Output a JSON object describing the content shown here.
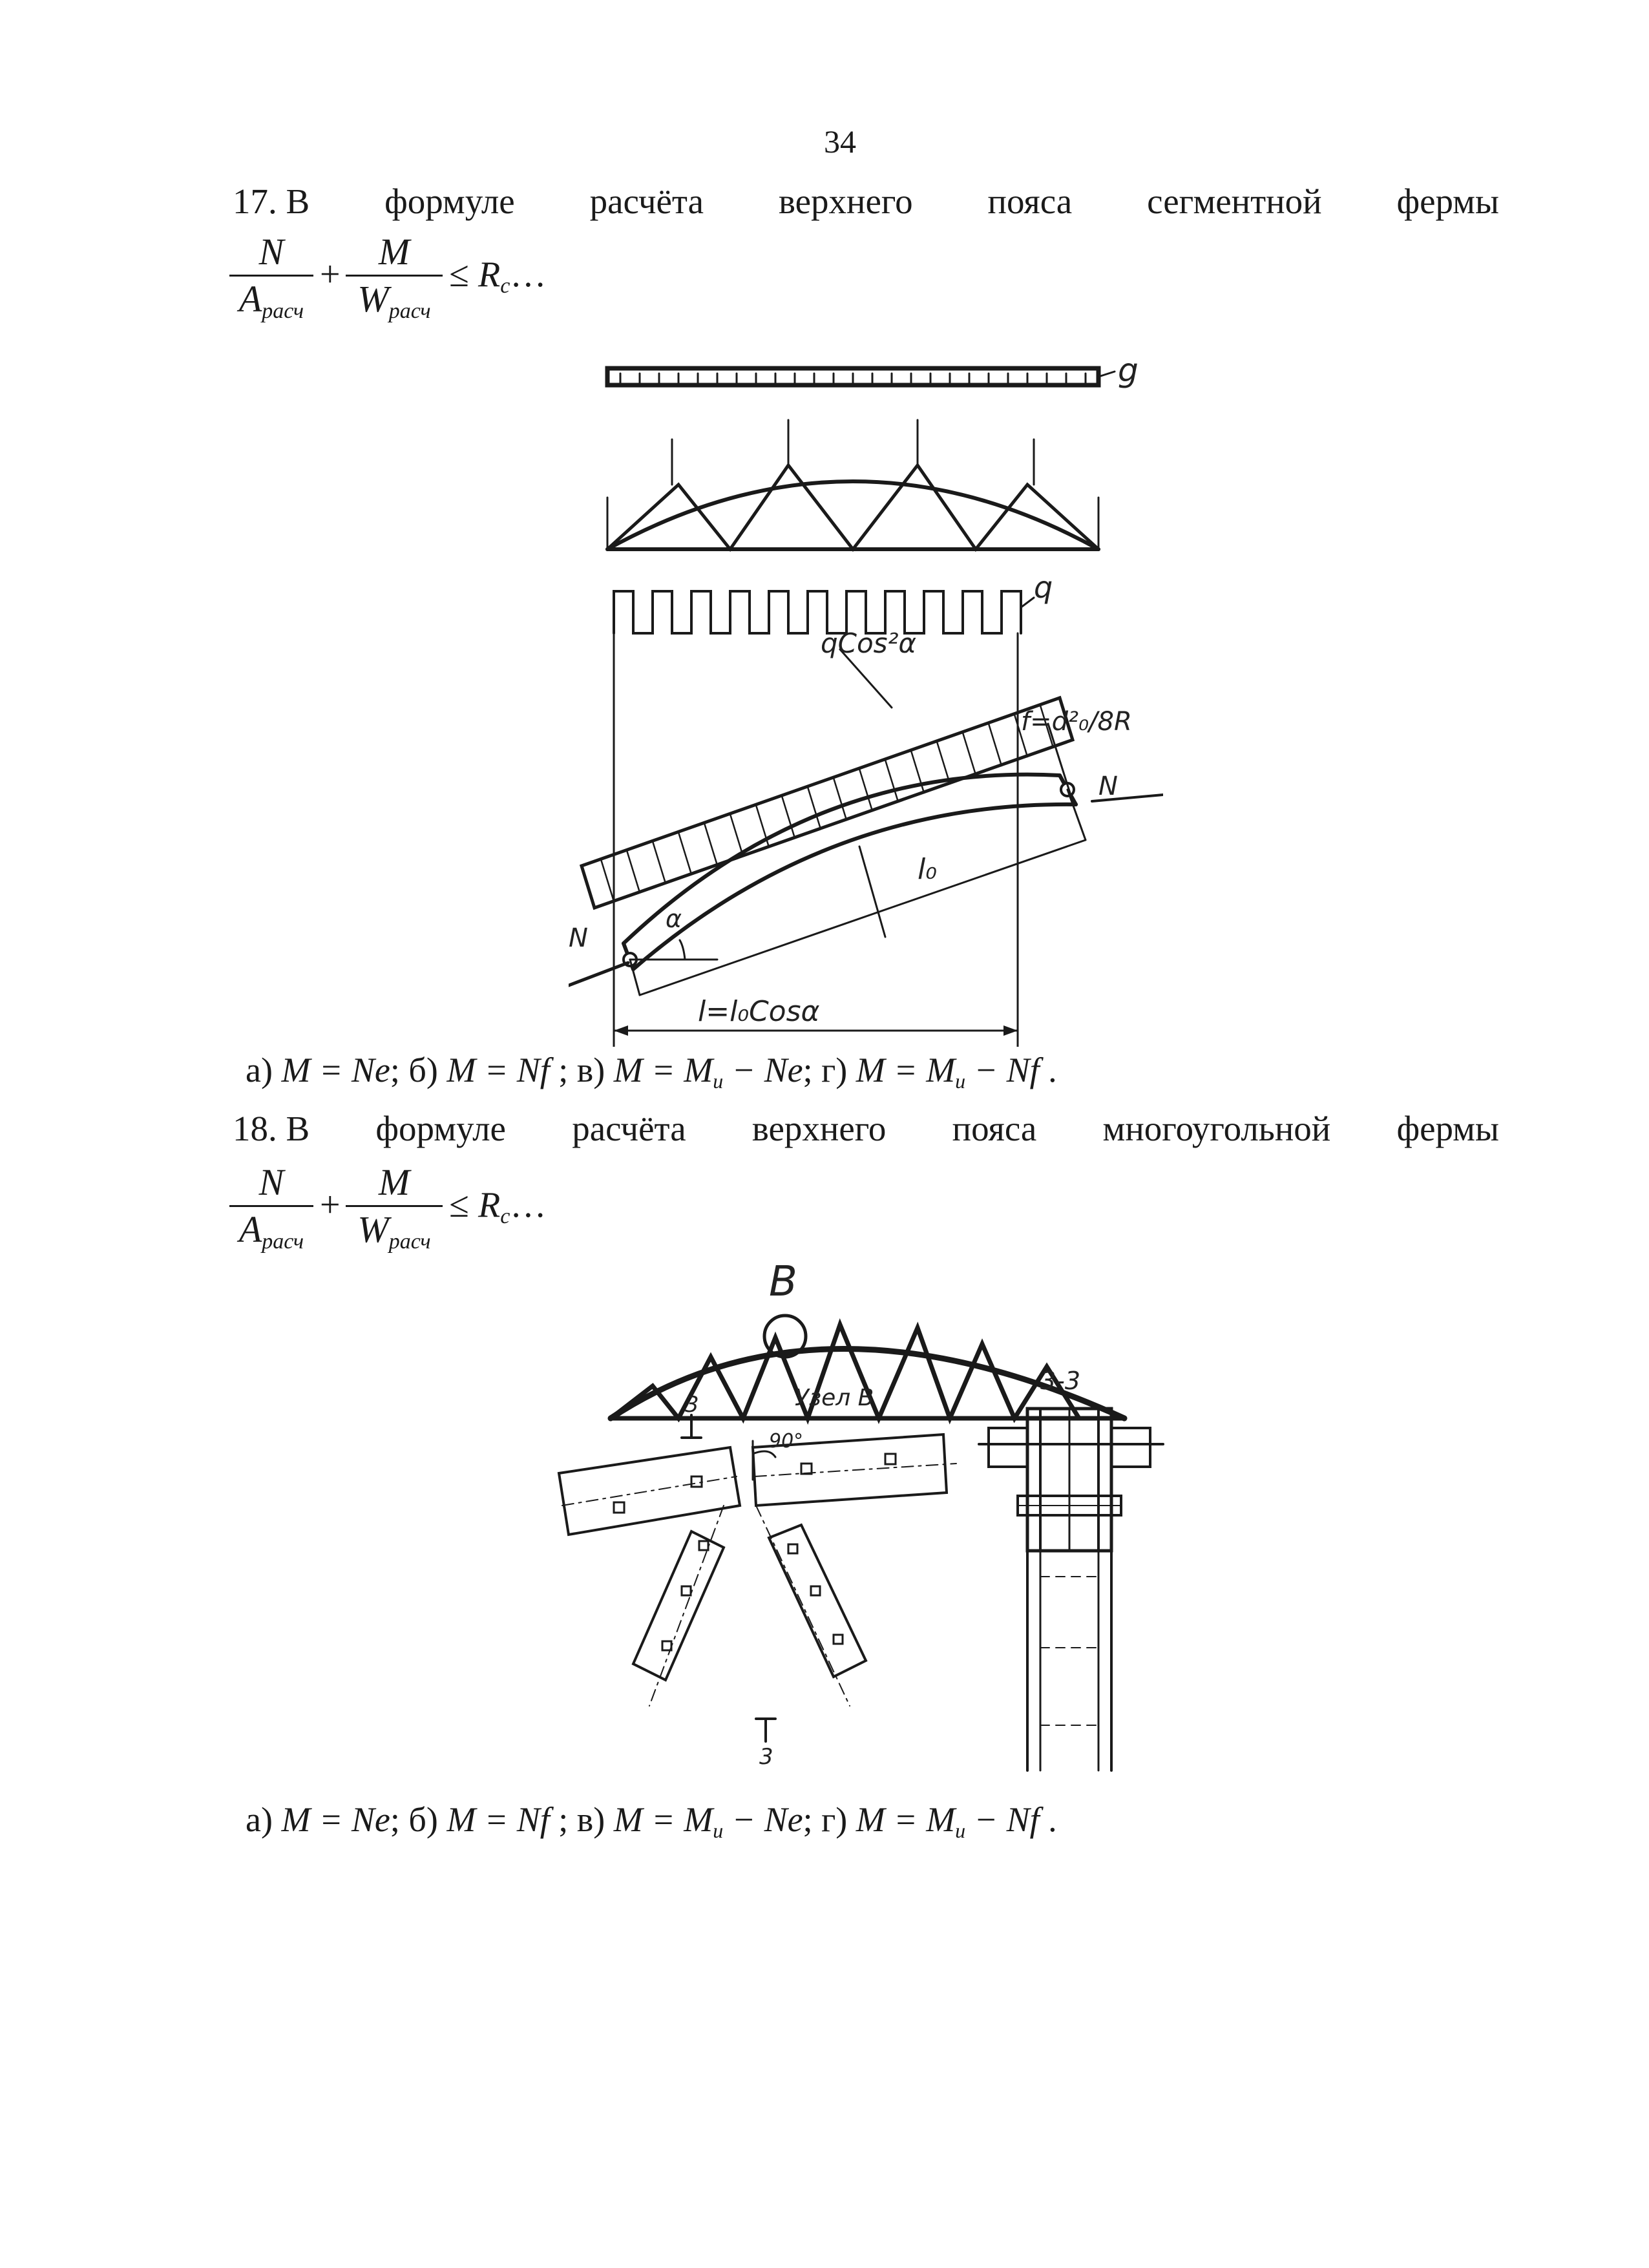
{
  "page_number": "34",
  "q17": {
    "words": [
      "17. В",
      "формуле",
      "расчёта",
      "верхнего",
      "пояса",
      "сегментной",
      "фермы"
    ],
    "formula": {
      "num1": "N",
      "den1": "A",
      "sub1": "расч",
      "plus": "+",
      "num2": "M",
      "den2": "W",
      "sub2": "расч",
      "le": "≤",
      "R": "R",
      "Rsub": "c",
      "dots": "…"
    },
    "fig_labels": {
      "g": "g",
      "q": "q",
      "qcos": "qCos²α",
      "f": "f=d²₀/8R",
      "N_top": "N",
      "N_left": "N",
      "alpha": "α",
      "l0": "l₀",
      "l": "l=l₀Cosα"
    },
    "answers": {
      "a": "а) ",
      "M1": "M",
      "e1": " = Ne",
      "b": "; б) ",
      "M2": "M",
      "e2": " = Nf",
      "v": " ; в) ",
      "M3": "M",
      "e3a": " = M",
      "e3sub": "и",
      "e3b": " − Ne",
      "g": "; г) ",
      "M4": "M",
      "e4a": " = M",
      "e4sub": "и",
      "e4b": " − Nf",
      "end": " ."
    }
  },
  "q18": {
    "words": [
      "18. В",
      "формуле",
      "расчёта",
      "верхнего",
      "пояса",
      "многоугольной",
      "фермы"
    ],
    "formula": {
      "num1": "N",
      "den1": "A",
      "sub1": "расч",
      "plus": "+",
      "num2": "M",
      "den2": "W",
      "sub2": "расч",
      "le": "≤",
      "R": "R",
      "Rsub": "c",
      "dots": "…"
    },
    "fig_labels": {
      "B": "B",
      "node": "Узел В",
      "angle": "90°",
      "sec": "3-3",
      "mark_top": "3",
      "mark_bottom": "3"
    },
    "answers": {
      "a": "а) ",
      "M1": "M",
      "e1": " = Ne",
      "b": "; б) ",
      "M2": "M",
      "e2": " = Nf",
      "v": " ; в) ",
      "M3": "M",
      "e3a": " = M",
      "e3sub": "и",
      "e3b": " − Ne",
      "g": "; г) ",
      "M4": "M",
      "e4a": " = M",
      "e4sub": "и",
      "e4b": " − Nf",
      "end": " ."
    }
  }
}
